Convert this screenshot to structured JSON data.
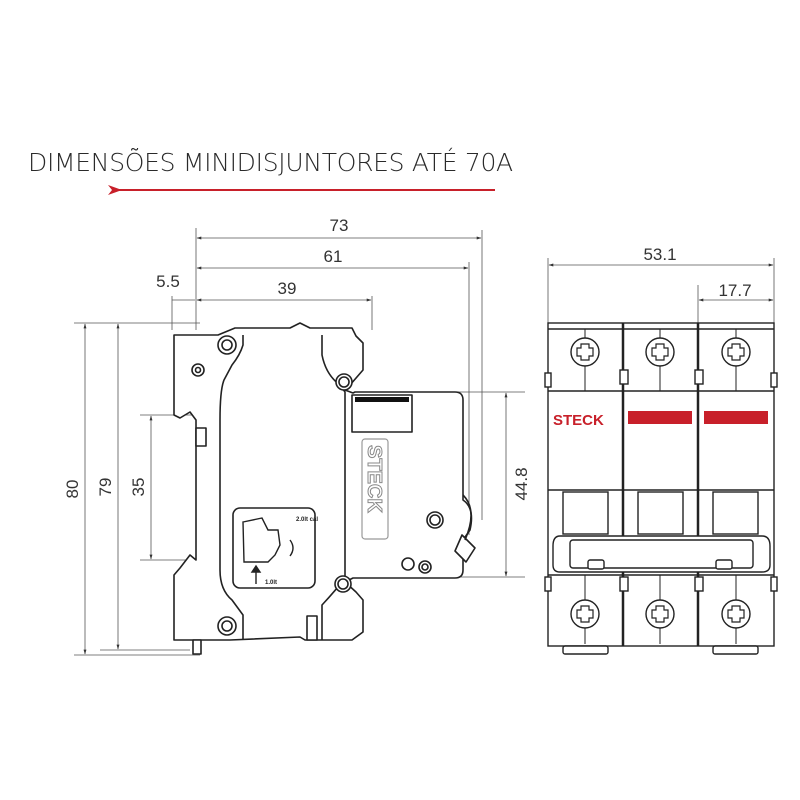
{
  "title": "DIMENSÕES MINIDISJUNTORES ATÉ 70A",
  "accent_color": "#c8202a",
  "side_view": {
    "dimensions": {
      "overall_depth": "73",
      "depth_to_toggle": "61",
      "front_depth": "39",
      "rail_offset": "5.5",
      "overall_height": "80",
      "mounting_height": "79",
      "din_rail_height": "35",
      "front_height": "44.8"
    },
    "logo": "STECK",
    "label_top": "2.0lt cal",
    "label_bottom": "1.0lt"
  },
  "front_view": {
    "dimensions": {
      "overall_width": "53.1",
      "pole_width": "17.7"
    },
    "logo": "STECK",
    "poles": 3
  }
}
